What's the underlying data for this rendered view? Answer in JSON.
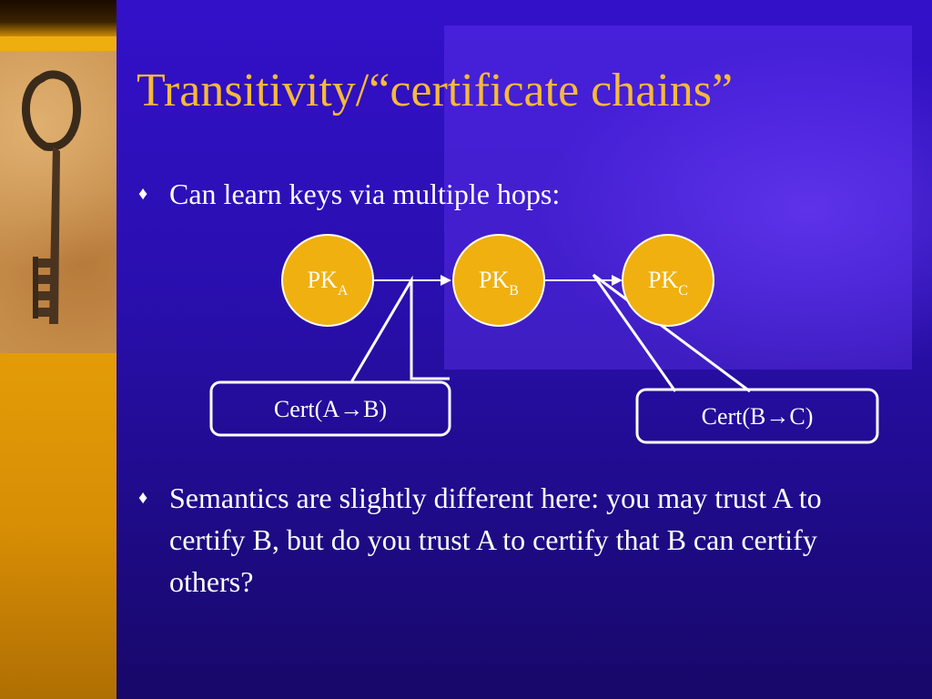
{
  "slide": {
    "title": "Transitivity/“certificate chains”",
    "bullets": [
      {
        "marker": "♦",
        "text": "Can learn keys via multiple hops:"
      },
      {
        "marker": "♦",
        "text": "Semantics are slightly different here: you may trust A to certify B, but do you trust A to certify that B can certify others?"
      }
    ]
  },
  "diagram": {
    "nodes": [
      {
        "main": "PK",
        "sub": "A"
      },
      {
        "main": "PK",
        "sub": "B"
      },
      {
        "main": "PK",
        "sub": "C"
      }
    ],
    "certs": [
      {
        "label": "Cert(A→B)"
      },
      {
        "label": "Cert(B→C)"
      }
    ]
  },
  "colors": {
    "background": "#2a0fb0",
    "sidebar": "#e8a208",
    "title": "#f6b93a",
    "node_fill": "#f0b010",
    "node_stroke": "#ffffff",
    "text": "#ffffff"
  },
  "icons": {
    "bullet": "diamond-bullet-icon",
    "sidebar_image": "old-key-icon"
  }
}
